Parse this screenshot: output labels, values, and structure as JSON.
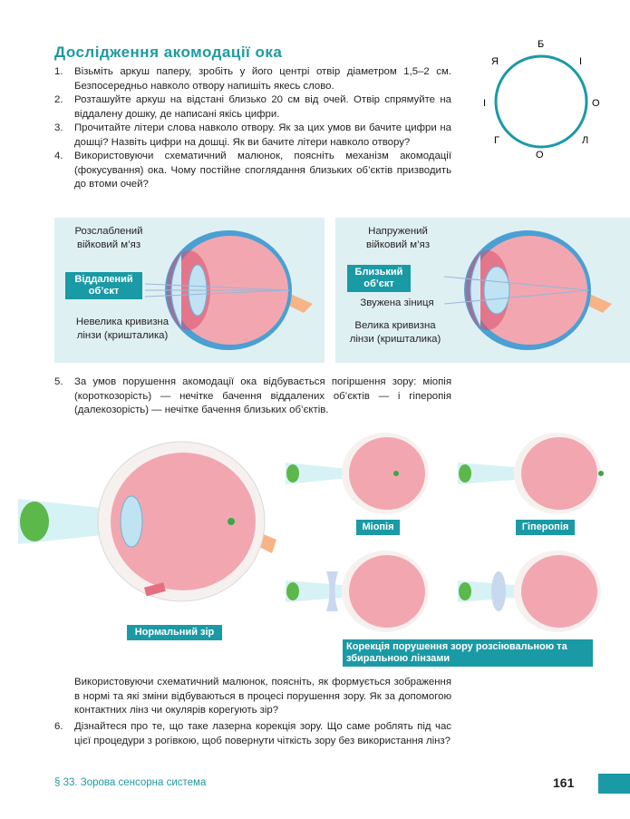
{
  "title": "Дослідження акомодації ока",
  "steps": [
    {
      "num": "1.",
      "text": "Візьміть аркуш паперу, зробіть у його центрі отвір діаметром 1,5–2 см. Безпосередньо навколо отвору напишіть якесь слово."
    },
    {
      "num": "2.",
      "text": "Розташуйте аркуш на відстані близько 20 см від очей. Отвір спрямуйте на віддалену дошку, де написані якісь цифри."
    },
    {
      "num": "3.",
      "text": "Прочитайте літери слова навколо отвору. Як за цих умов ви бачите цифри на дошці? Назвіть цифри на дошці. Як ви бачите літери навколо отвору?"
    },
    {
      "num": "4.",
      "text": "Використовуючи схематичний малюнок, поясніть механізм акомодації (фокусування) ока. Чому постійне споглядання близьких об’єктів призводить до втоми очей?"
    }
  ],
  "ring_letters": [
    "Б",
    "І",
    "О",
    "Л",
    "О",
    "Г",
    "І",
    "Я"
  ],
  "fig_left": {
    "muscle": "Розслаблений війковий м’яз",
    "object": "Віддалений об’єкт",
    "curvature": "Невелика кривизна лінзи (кришталика)"
  },
  "fig_right": {
    "muscle": "Напружений війковий м’яз",
    "object": "Близький об’єкт",
    "pupil": "Звужена зіниця",
    "curvature": "Велика кривизна лінзи (кришталика)"
  },
  "step5": {
    "num": "5.",
    "text": "За умов порушення акомодації ока відбувається погіршення зору: міопія (короткозорість) — нечітке бачення віддалених об’єктів — і гіперопія (далекозорість) — нечітке бачення близьких об’єктів."
  },
  "labels": {
    "normal": "Нормальний зір",
    "myopia": "Міопія",
    "hyperopia": "Гіперопія",
    "correction": "Корекція порушення зору розсіювальною та збиральною лінзами"
  },
  "para_after": "Використовуючи схематичний малюнок, поясніть, як формується зображення в нормі та які зміни відбуваються в процесі порушення зору. Як за допомогою контактних лінз чи окулярів корегують зір?",
  "step6": {
    "num": "6.",
    "text": "Дізнайтеся про те, що таке лазерна корекція зору. Що саме роблять під час цієї процедури з рогівкою, щоб повернути чіткість зору без використання лінз?"
  },
  "footer": {
    "section": "§ 33. Зорова сенсорна система",
    "page": "161"
  },
  "colors": {
    "accent": "#1a9aa5",
    "eye_inner": "#f2a7b0",
    "eye_wall": "#4a9fd3",
    "panel": "#dff0f3"
  }
}
